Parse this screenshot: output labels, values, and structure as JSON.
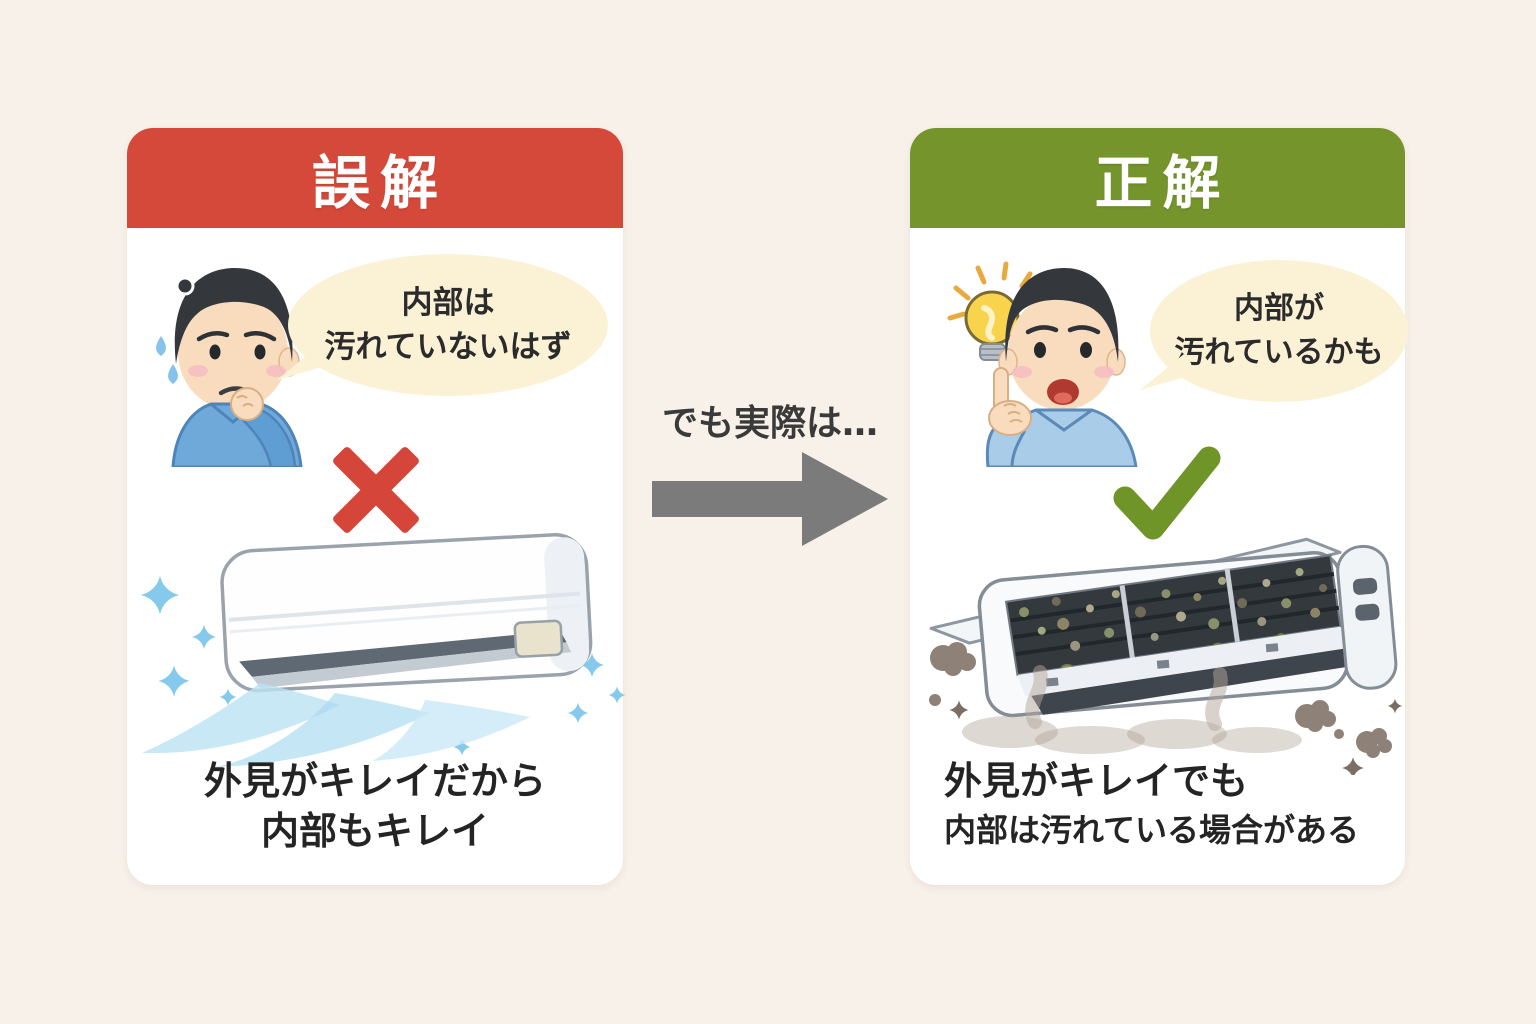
{
  "colors": {
    "background": "#F8F1E9",
    "card": "#FFFFFF",
    "misconception_header": "#D5493A",
    "correct_header": "#76942C",
    "speech_bubble": "#FBF2D6",
    "arrow": "#7B7B7B",
    "cross": "#D6453A",
    "check": "#6F9427",
    "caption_text": "#242424",
    "airflow_blue": "#A5D8F0",
    "dust_taupe": "#8D8178"
  },
  "transition": {
    "label": "でも実際は…"
  },
  "left_card": {
    "title": "誤解",
    "bubble_line1": "内部は",
    "bubble_line2": "汚れていないはず",
    "caption_line1": "外見がキレイだから",
    "caption_line2": "内部もキレイ"
  },
  "right_card": {
    "title": "正解",
    "bubble_line1": "内部が",
    "bubble_line2": "汚れているかも",
    "caption_line1": "外見がキレイでも",
    "caption_line2": "内部は汚れている場合がある"
  },
  "icons": {
    "left_verdict": "cross-icon",
    "right_verdict": "check-icon",
    "left_person": "worried-man-icon",
    "right_person": "idea-man-icon",
    "idea": "lightbulb-icon",
    "left_scene": "clean-air-conditioner",
    "right_scene": "dirty-open-air-conditioner",
    "sparkle": "sparkle-icon",
    "dust": "dust-cloud-icon",
    "arrow": "right-arrow-icon"
  }
}
